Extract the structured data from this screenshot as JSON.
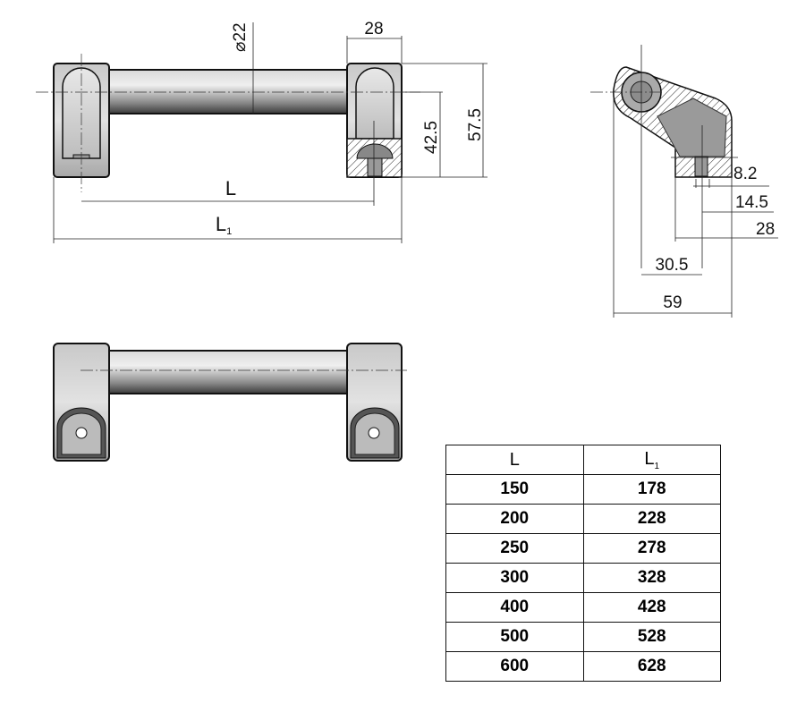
{
  "dimensions": {
    "tube_diameter": "⌀22",
    "block_width": "28",
    "height_42": "42.5",
    "height_57": "57.5",
    "L": "L",
    "L1_main": "L",
    "L1_sub": "1",
    "side_8": "8.2",
    "side_14": "14.5",
    "side_28": "28",
    "side_30": "30.5",
    "side_59": "59"
  },
  "table": {
    "headers": [
      {
        "main": "L",
        "sub": ""
      },
      {
        "main": "L",
        "sub": "1"
      }
    ],
    "rows": [
      [
        "150",
        "178"
      ],
      [
        "200",
        "228"
      ],
      [
        "250",
        "278"
      ],
      [
        "300",
        "328"
      ],
      [
        "400",
        "428"
      ],
      [
        "500",
        "528"
      ],
      [
        "600",
        "628"
      ]
    ]
  }
}
